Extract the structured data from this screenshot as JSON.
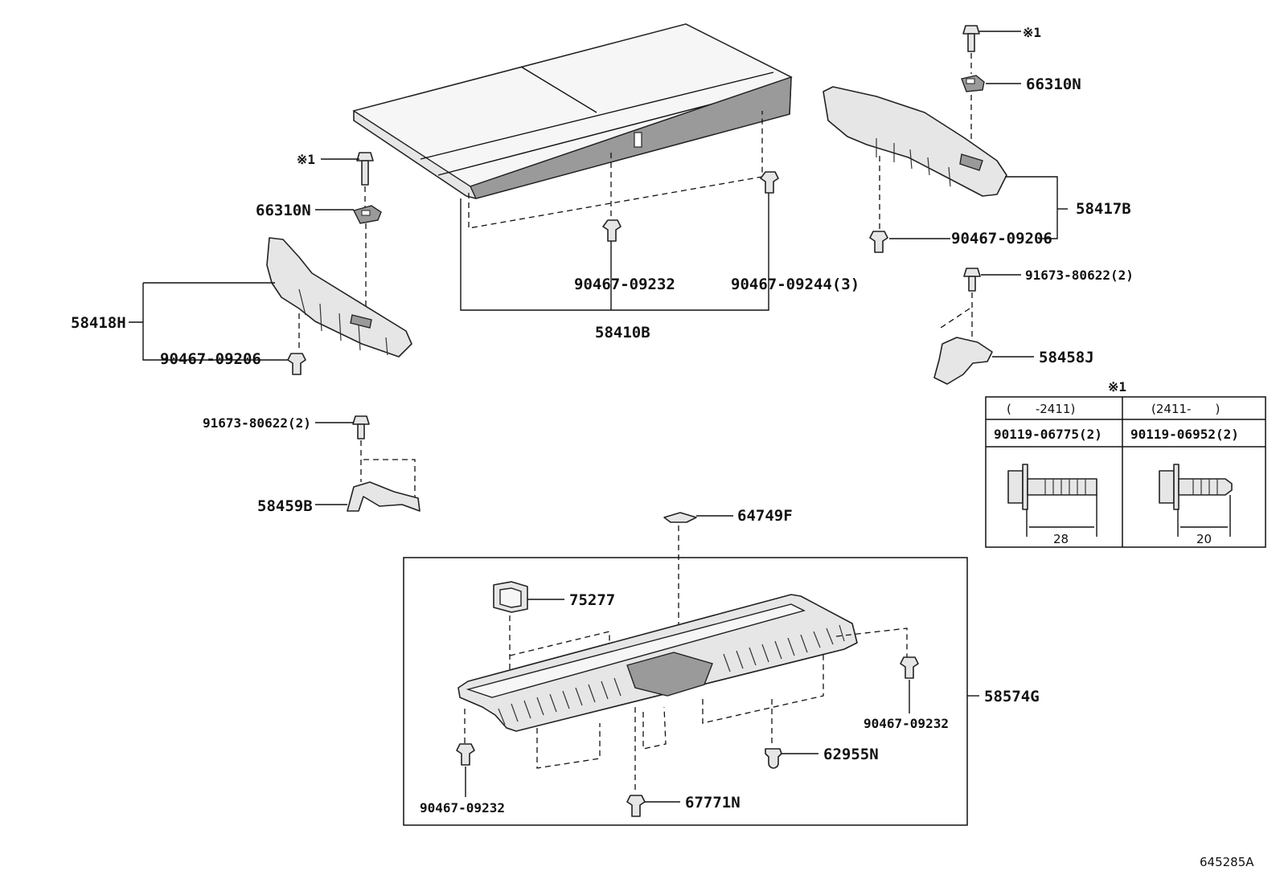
{
  "diagram_id": "645285A",
  "callouts": {
    "c_58410B": "58410B",
    "c_90467_09232_a": "90467-09232",
    "c_90467_09244_3": "90467-09244(3)",
    "c_ref1_a": "※1",
    "c_66310N_a": "66310N",
    "c_58418H": "58418H",
    "c_90467_09206_a": "90467-09206",
    "c_91673_80622_2_a": "91673-80622(2)",
    "c_58459B": "58459B",
    "c_ref1_b": "※1",
    "c_66310N_b": "66310N",
    "c_58417B": "58417B",
    "c_90467_09206_b": "90467-09206",
    "c_91673_80622_2_b": "91673-80622(2)",
    "c_58458J": "58458J",
    "c_64749F": "64749F",
    "c_75277": "75277",
    "c_58574G": "58574G",
    "c_90467_09232_b": "90467-09232",
    "c_62955N": "62955N",
    "c_90467_09232_c": "90467-09232",
    "c_67771N": "67771N"
  },
  "bolt_table": {
    "ref_mark": "※1",
    "columns": [
      {
        "range": "(　　-2411)",
        "part": "90119-06775(2)",
        "length": "28"
      },
      {
        "range": "(2411-　　)",
        "part": "90119-06952(2)",
        "length": "20"
      }
    ]
  }
}
